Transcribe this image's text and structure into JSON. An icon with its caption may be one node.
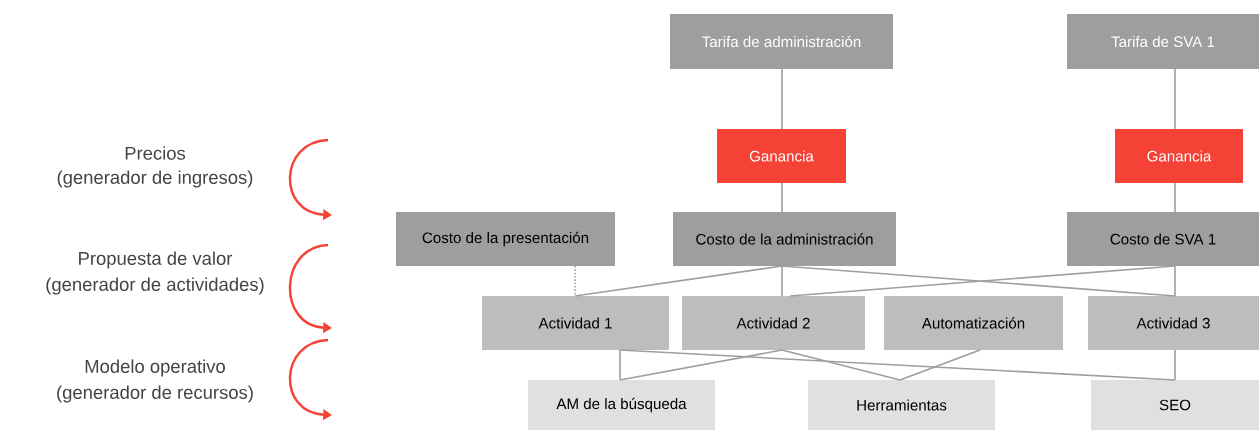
{
  "diagram": {
    "nodes": [
      {
        "text": [
          "Tarifa de administración"
        ]
      },
      {
        "text": [
          "Tarifa de SVA 1"
        ]
      },
      {
        "text": [
          "Ganancia"
        ]
      },
      {
        "text": [
          "Ganancia"
        ]
      },
      {
        "text": [
          "Costo de la presentación"
        ]
      },
      {
        "text": [
          "Costo de la administración"
        ]
      },
      {
        "text": [
          "Costo de SVA 1"
        ]
      },
      {
        "text": [
          "Actividad 1"
        ]
      },
      {
        "text": [
          "Actividad 2"
        ]
      },
      {
        "text": [
          "Automatización"
        ]
      },
      {
        "text": [
          "Actividad 3"
        ]
      },
      {
        "text": [
          "AM de la búsqueda"
        ]
      },
      {
        "text": [
          "Herramientas"
        ]
      },
      {
        "text": [
          "SEO"
        ]
      }
    ],
    "edges": [
      {
        "from": 0,
        "to": 2,
        "arrow": "none"
      },
      {
        "from": 1,
        "to": 3,
        "arrow": "none"
      },
      {
        "from": 2,
        "to": 5,
        "arrow": "none"
      },
      {
        "from": 3,
        "to": 6,
        "arrow": "none"
      },
      {
        "from": 4,
        "to": 7,
        "arrow": "none",
        "style": "dashed"
      },
      {
        "from": 5,
        "to": 7,
        "arrow": "none"
      },
      {
        "from": 5,
        "to": 8,
        "arrow": "none"
      },
      {
        "from": 5,
        "to": 10,
        "arrow": "none"
      },
      {
        "from": 6,
        "to": 8,
        "arrow": "none"
      },
      {
        "from": 6,
        "to": 10,
        "arrow": "none"
      },
      {
        "from": 7,
        "to": 11,
        "arrow": "none"
      },
      {
        "from": 7,
        "to": 13,
        "arrow": "none"
      },
      {
        "from": 8,
        "to": 11,
        "arrow": "none"
      },
      {
        "from": 8,
        "to": 12,
        "arrow": "none"
      },
      {
        "from": 9,
        "to": 12,
        "arrow": "none"
      },
      {
        "from": 10,
        "to": 13,
        "arrow": "none"
      }
    ],
    "labels": [
      "Precios",
      "(generador de ingresos)",
      "Propuesta de valor",
      "(generador de actividades)",
      "Modelo operativo",
      "(generador de recursos)"
    ]
  }
}
